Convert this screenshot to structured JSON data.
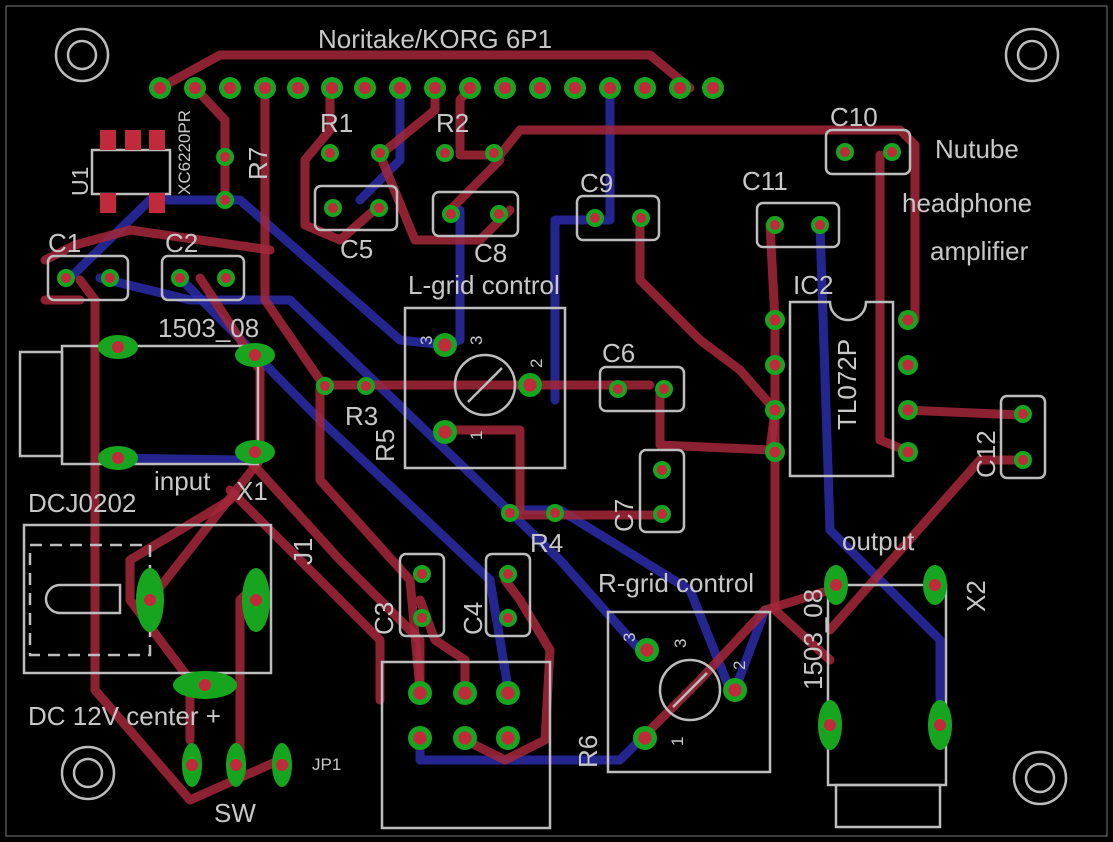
{
  "title": "Noritake/KORG 6P1",
  "description_lines": [
    "Nutube",
    "headphone",
    "amplifier"
  ],
  "components": {
    "U1": "U1",
    "U1_part": "XC6220PR",
    "R1": "R1",
    "R2": "R2",
    "R3": "R3",
    "R4": "R4",
    "R5": "R5",
    "R6": "R6",
    "R7": "R7",
    "C1": "C1",
    "C2": "C2",
    "C3": "C3",
    "C4": "C4",
    "C5": "C5",
    "C6": "C6",
    "C7": "C7",
    "C8": "C8",
    "C9": "C9",
    "C10": "C10",
    "C11": "C11",
    "C12": "C12",
    "IC2": "IC2",
    "IC2_part": "TL072P",
    "X1": "X1",
    "X1_part": "1503_08",
    "X1_label": "input",
    "X2": "X2",
    "X2_part": "1503_08",
    "X2_label": "output",
    "J1": "J1",
    "J1_part": "DCJ0202",
    "J1_label": "DC 12V center +",
    "JP1": "JP1",
    "SW": "SW",
    "pot_L": "L-grid control",
    "pot_R": "R-grid control",
    "pot_pins": [
      "1",
      "2",
      "3",
      "3"
    ]
  },
  "colors": {
    "board_bg": "#000000",
    "top_trace": "#a5283a",
    "bottom_trace": "#2c2ca8",
    "pad": "#17a51f",
    "silkscreen": "#c8c8c8"
  }
}
